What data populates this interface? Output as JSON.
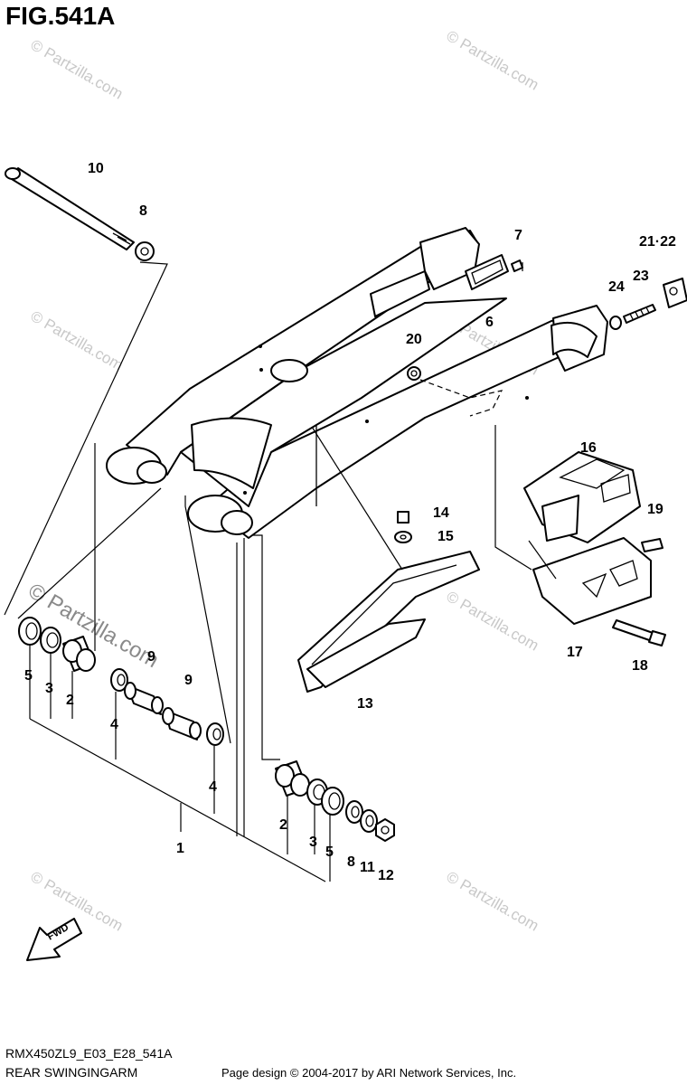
{
  "figure": {
    "title": "FIG.541A",
    "code": "RMX450ZL9_E03_E28_541A",
    "name": "REAR SWINGINGARM",
    "credit": "Page design © 2004-2017 by ARI Network Services, Inc."
  },
  "watermark": {
    "text": "© Partzilla.com",
    "text_bold": "© Partzilla.com"
  },
  "direction_label": "FWD",
  "callouts": {
    "c1": "1",
    "c2a": "2",
    "c2b": "2",
    "c3a": "3",
    "c3b": "3",
    "c4a": "4",
    "c4b": "4",
    "c5a": "5",
    "c5b": "5",
    "c6": "6",
    "c7": "7",
    "c8a": "8",
    "c8b": "8",
    "c9a": "9",
    "c9b": "9",
    "c10": "10",
    "c11": "11",
    "c12": "12",
    "c13": "13",
    "c14": "14",
    "c15": "15",
    "c16": "16",
    "c17": "17",
    "c18": "18",
    "c19": "19",
    "c20": "20",
    "c2122": "21·22",
    "c23": "23",
    "c24": "24"
  }
}
